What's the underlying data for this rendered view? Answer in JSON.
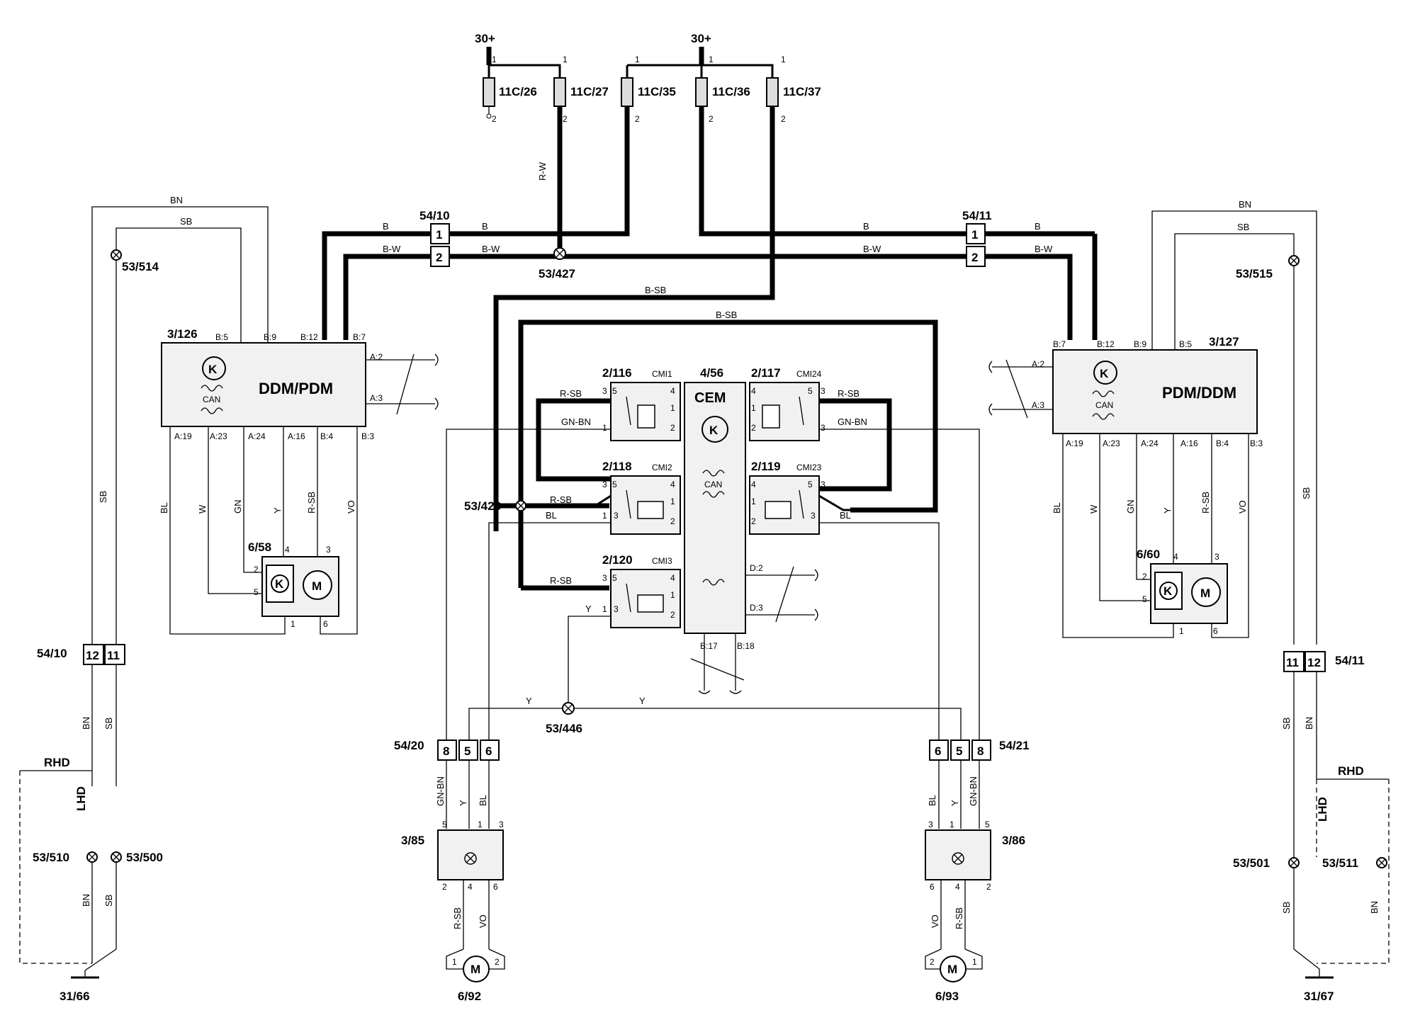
{
  "power": {
    "left": "30+",
    "right": "30+"
  },
  "fuses": [
    "11C/26",
    "11C/27",
    "11C/35",
    "11C/36",
    "11C/37"
  ],
  "pins": {
    "p1": "1",
    "p2": "2",
    "p3": "3",
    "p4": "4",
    "p5": "5",
    "p6": "6",
    "p8": "8",
    "p11": "11",
    "p12": "12"
  },
  "components": {
    "ddm": {
      "id": "3/126",
      "name": "DDM/PDM",
      "can": "CAN",
      "k": "K"
    },
    "pdm": {
      "id": "3/127",
      "name": "PDM/DDM",
      "can": "CAN"
    },
    "cem": {
      "id": "4/56",
      "name": "CEM",
      "can": "CAN"
    },
    "relays": [
      {
        "id": "2/116",
        "tag": "CMI1"
      },
      {
        "id": "2/117",
        "tag": "CMI24"
      },
      {
        "id": "2/118",
        "tag": "CMI2"
      },
      {
        "id": "2/119",
        "tag": "CMI23"
      },
      {
        "id": "2/120",
        "tag": "CMI3"
      }
    ],
    "motor_left": "6/58",
    "motor_right": "6/60",
    "motor_symbol": "M",
    "switch_left": "3/85",
    "switch_right": "3/86",
    "pump_left": "6/92",
    "pump_right": "6/93"
  },
  "connectors": {
    "c5410": "54/10",
    "c5411": "54/11",
    "c5420": "54/20",
    "c5421": "54/21"
  },
  "splices": {
    "s53514": "53/514",
    "s53515": "53/515",
    "s53427": "53/427",
    "s53428": "53/428",
    "s53446": "53/446",
    "s53510": "53/510",
    "s53500": "53/500",
    "s53501": "53/501",
    "s53511": "53/511"
  },
  "grounds": {
    "left": "31/66",
    "right": "31/67"
  },
  "drive": {
    "rhd": "RHD",
    "lhd": "LHD"
  },
  "wires": {
    "bn": "BN",
    "sb": "SB",
    "b": "B",
    "bw": "B-W",
    "rw": "R-W",
    "rsb": "R-SB",
    "bsb": "B-SB",
    "gnbn": "GN-BN",
    "bl": "BL",
    "w": "W",
    "gn": "GN",
    "y": "Y",
    "vo": "VO"
  },
  "terminals": {
    "b5": "B:5",
    "b9": "B:9",
    "b12": "B:12",
    "b7": "B:7",
    "a2": "A:2",
    "a3": "A:3",
    "a19": "A:19",
    "a23": "A:23",
    "a24": "A:24",
    "a16": "A:16",
    "b4": "B:4",
    "b3": "B:3",
    "d2": "D:2",
    "d3": "D:3",
    "b17": "B:17",
    "b18": "B:18"
  }
}
